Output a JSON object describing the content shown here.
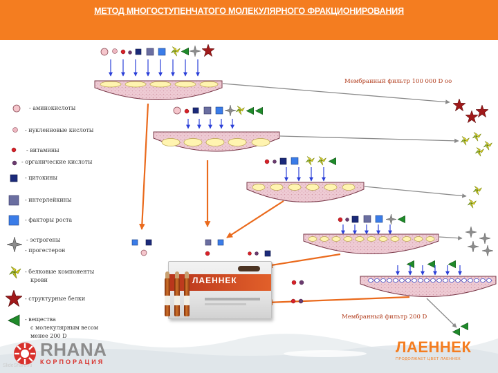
{
  "title": "МЕТОД МНОГОСТУПЕНЧАТОГО МОЛЕКУЛЯРНОГО ФРАКЦИОНИРОВАНИЯ",
  "filter_top_label": "Мембранный фильтр 100 000 D  oo",
  "filter_bottom_label": "Мембранный фильтр 200 D",
  "legend": [
    {
      "text": "- аминокислоты",
      "icon": "pink-circle-icon"
    },
    {
      "text": "- нуклеиновые кислоты",
      "icon": "small-pink-circle-icon"
    },
    {
      "text": "- витамины",
      "icon": "red-dot-icon"
    },
    {
      "text": "- органические кислоты",
      "icon": "purple-dot-icon"
    },
    {
      "text": "- цитокины",
      "icon": "navy-square-icon"
    },
    {
      "text": "- интерлейкины",
      "icon": "slate-square-icon"
    },
    {
      "text": "- факторы роста",
      "icon": "blue-square-icon"
    },
    {
      "text": "- эстрогены",
      "icon": "grey-star-icon"
    },
    {
      "text": "- прогестерон",
      "icon": "grey-star-icon"
    },
    {
      "text": "- белковые компоненты",
      "icon": "yellow-pinwheel-icon"
    },
    {
      "text": "крови",
      "icon": ""
    },
    {
      "text": "- структурные белки",
      "icon": "red-star-icon"
    },
    {
      "text": "- вещества",
      "icon": "green-triangle-icon"
    },
    {
      "text": "с молекулярным весом",
      "icon": ""
    },
    {
      "text": "менее 200 D",
      "icon": ""
    }
  ],
  "product_name": "ЛАЕННЕК",
  "brand_left": "RHANA",
  "brand_left_sub": "КОРПОРАЦИЯ",
  "brand_right": "ЛАЕННЕК",
  "brand_right_tag": "ПРОДОЛЖАЕТ ЦВЕТ ЛАЕННЕК",
  "watermark": "SlideShare.ru",
  "colors": {
    "banner": "#f47d20",
    "membrane_fill": "#e8c8d0",
    "membrane_dots": "#d4a0ae",
    "pill_fill": "#fff4b0",
    "arrow_blue": "#2a3fd8",
    "arrow_orange": "#ea6a1c",
    "arrow_grey": "#8a8a8a",
    "structural_protein": "#a0191a",
    "green_marker": "#1f8a2a"
  }
}
